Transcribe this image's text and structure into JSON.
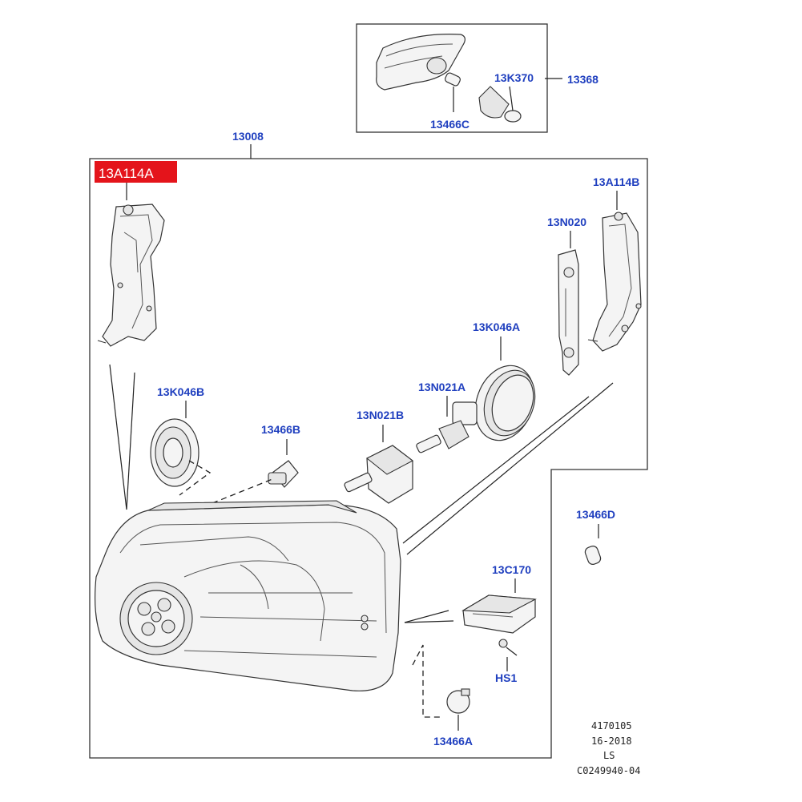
{
  "diagram": {
    "selected_label": "13A114A",
    "labels": {
      "housing": "13008",
      "bracket_right": "13A114B",
      "adjuster_strip": "13N020",
      "cap_right": "13K046A",
      "cap_left": "13K046B",
      "bulb_halogen": "13466B",
      "ballast_igniter": "13N021B",
      "hid_bulb": "13N021A",
      "bulb_small": "13466D",
      "control_module": "13C170",
      "screw": "HS1",
      "bulb_bottom": "13466A",
      "side_bulb": "13K370",
      "side_repeater": "13368",
      "side_bulb_socket": "13466C"
    },
    "reference": [
      "4170105",
      "16-2018",
      "LS",
      "C0249940-04"
    ]
  }
}
